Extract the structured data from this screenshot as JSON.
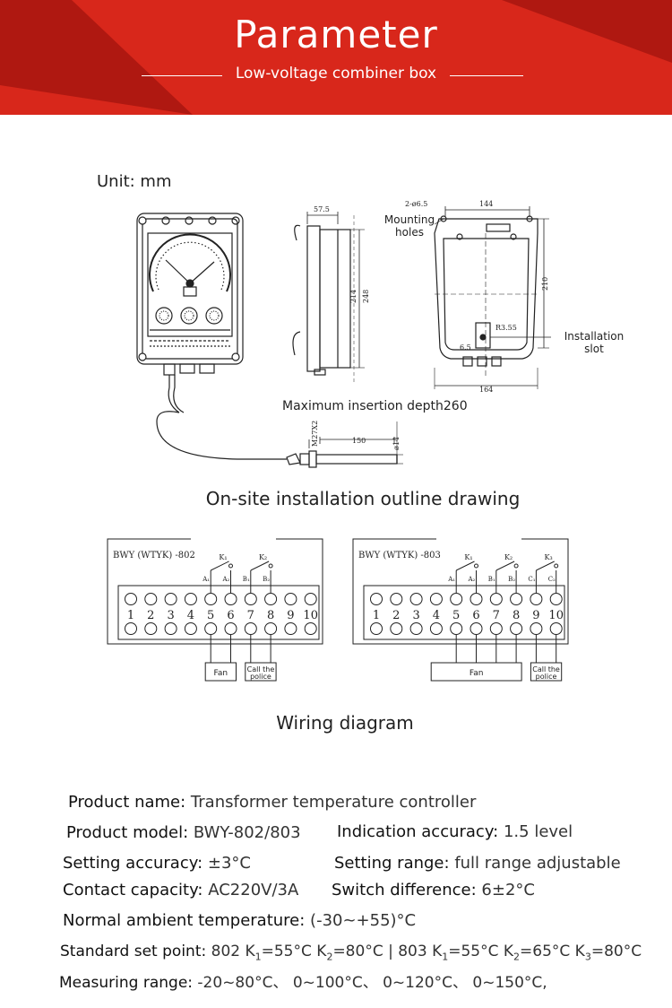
{
  "header": {
    "title": "Parameter",
    "subtitle": "Low-voltage combiner box",
    "colors": {
      "red": "#d8271b",
      "dark_red": "#a8160f"
    }
  },
  "drawing": {
    "unit": "Unit: mm",
    "dims": {
      "side_width": "57.5",
      "side_h1": "214",
      "side_h2": "248",
      "holes": "2-ø6.5",
      "back_width": "144",
      "back_height": "210",
      "slot": "R3.55",
      "slot_w": "6.5",
      "bottom_width": "164",
      "probe_thread": "M27X2",
      "probe_len": "150",
      "probe_dia": "ø14"
    },
    "mounting_holes": "Mounting holes",
    "installation_slot": "Installation slot",
    "insertion_depth": "Maximum insertion depth260",
    "caption": "On-site installation outline drawing"
  },
  "wiring": {
    "caption": "Wiring diagram",
    "left": {
      "model": "BWY (WTYK) -802",
      "switches": [
        "K₁",
        "K₂"
      ],
      "contacts": [
        "A₁",
        "A₂",
        "B₁",
        "B₂"
      ],
      "terminals": [
        "1",
        "2",
        "3",
        "4",
        "5",
        "6",
        "7",
        "8",
        "9",
        "10"
      ],
      "fan": "Fan",
      "alarm": "Call the police"
    },
    "right": {
      "model": "BWY (WTYK) -803",
      "switches": [
        "K₁",
        "K₂",
        "K₃"
      ],
      "contacts": [
        "A₁",
        "A₂",
        "B₁",
        "B₂",
        "C₁",
        "C₂"
      ],
      "terminals": [
        "1",
        "2",
        "3",
        "4",
        "5",
        "6",
        "7",
        "8",
        "9",
        "10"
      ],
      "fan": "Fan",
      "alarm": "Call the police"
    }
  },
  "specs": {
    "product_name": {
      "label": "Product name:",
      "value": "Transformer temperature controller"
    },
    "product_model": {
      "label": "Product model:",
      "value": "BWY-802/803"
    },
    "indication_accuracy": {
      "label": "Indication accuracy:",
      "value": "1.5 level"
    },
    "setting_accuracy": {
      "label": "Setting accuracy:",
      "value": "±3°C"
    },
    "setting_range": {
      "label": "Setting range:",
      "value": "full range adjustable"
    },
    "contact_capacity": {
      "label": "Contact capacity:",
      "value": "AC220V/3A"
    },
    "switch_difference": {
      "label": "Switch difference:",
      "value": "6±2°C"
    },
    "ambient_temp": {
      "label": "Normal ambient temperature:",
      "value": "(-30~+55)°C"
    },
    "set_point": {
      "label": "Standard set point:",
      "p1": "802 K",
      "s1": "1",
      "p2": "=55°C K",
      "s2": "2",
      "p3": "=80°C | 803 K",
      "s3": "1",
      "p4": "=55°C K",
      "s4": "2",
      "p5": "=65°C K",
      "s5": "3",
      "p6": "=80°C"
    },
    "measuring_range": {
      "label": "Measuring range:",
      "value": "-20~80°C、 0~100°C、 0~120°C、 0~150°C,"
    }
  }
}
